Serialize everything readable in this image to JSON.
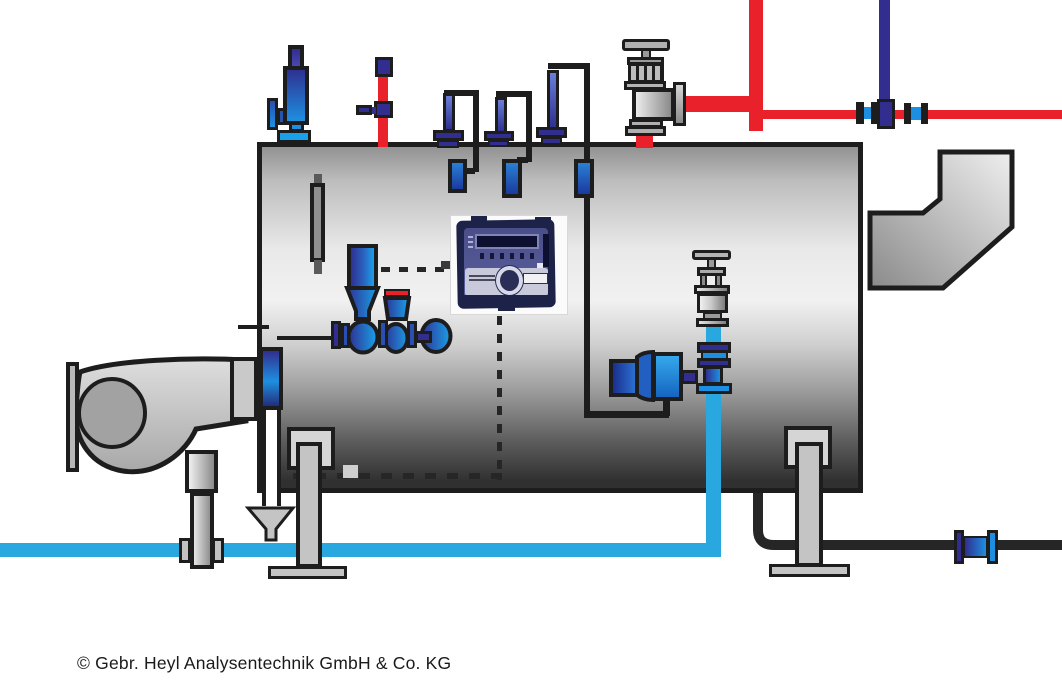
{
  "footer": {
    "copyright": "© Gebr. Heyl Analysentechnik GmbH & Co. KG"
  },
  "diagram": {
    "subject": "steam boiler installation with water analysis controller",
    "components": [
      "safety-valve",
      "pressure-gauge-valve",
      "level-probe-1",
      "level-probe-2",
      "level-probe-3",
      "main-steam-valve",
      "steam-line",
      "steam-line-fittings",
      "exhaust-duct",
      "combustion-air-blower",
      "water-level-sight-glass",
      "sampling-vessel",
      "sampling-valve-train",
      "controller-unit",
      "conductivity-sensor",
      "feedwater-stop-valve",
      "feedwater-check-valve",
      "feedwater-line",
      "dosing-pump",
      "blowdown-valve",
      "drain-funnel",
      "bottom-drain-line",
      "drain-line-valve",
      "support-leg-left",
      "support-leg-right"
    ],
    "colors": {
      "steam_red": "#e8212b",
      "water_cyan": "#29a8e0",
      "navy_blue": "#312e8f",
      "valve_blue": "#1e8fe0",
      "metal_light": "#ececec",
      "metal_dark": "#303030",
      "outline": "#1d1d1d"
    }
  }
}
